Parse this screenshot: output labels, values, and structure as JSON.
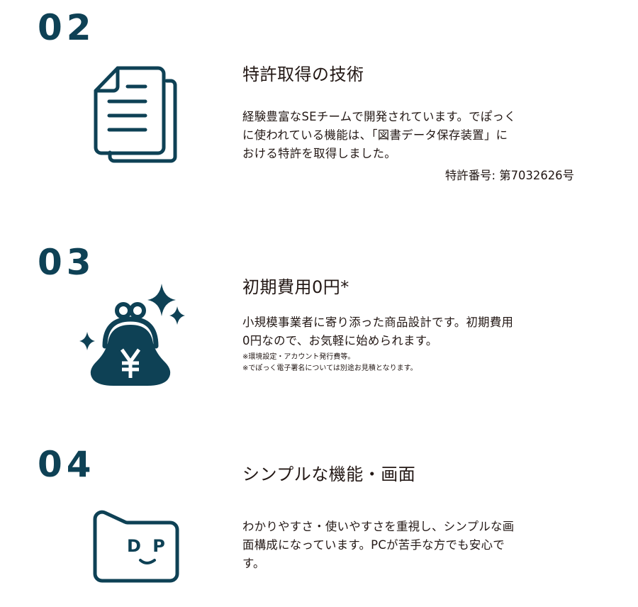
{
  "theme": {
    "accent": "#0e4155",
    "text": "#231815"
  },
  "features": [
    {
      "number": "02",
      "icon": "document-copy-icon",
      "title": "特許取得の技術",
      "body_lines": [
        "経験豊富なSEチームで開発されています。でぽっく",
        "に使われている機能は、「図書データ保存装置」に",
        "おける特許を取得しました。"
      ],
      "patent": "特許番号: 第7032626号"
    },
    {
      "number": "03",
      "icon": "yen-coin-purse-icon",
      "title": "初期費用0円*",
      "body_lines": [
        "小規模事業者に寄り添った商品設計です。初期費用",
        "0円なので、お気軽に始められます。"
      ],
      "notes": [
        "※環境設定・アカウント発行費等。",
        "※でぽっく電子署名については別途お見積となります。"
      ]
    },
    {
      "number": "04",
      "icon": "dp-folder-icon",
      "title": "シンプルな機能・画面",
      "body_lines": [
        "わかりやすさ・使いやすさを重視し、シンプルな画",
        "面構成になっています。PCが苦手な方でも安心で",
        "す。"
      ],
      "icon_text": {
        "left": "D",
        "right": "P"
      }
    }
  ]
}
